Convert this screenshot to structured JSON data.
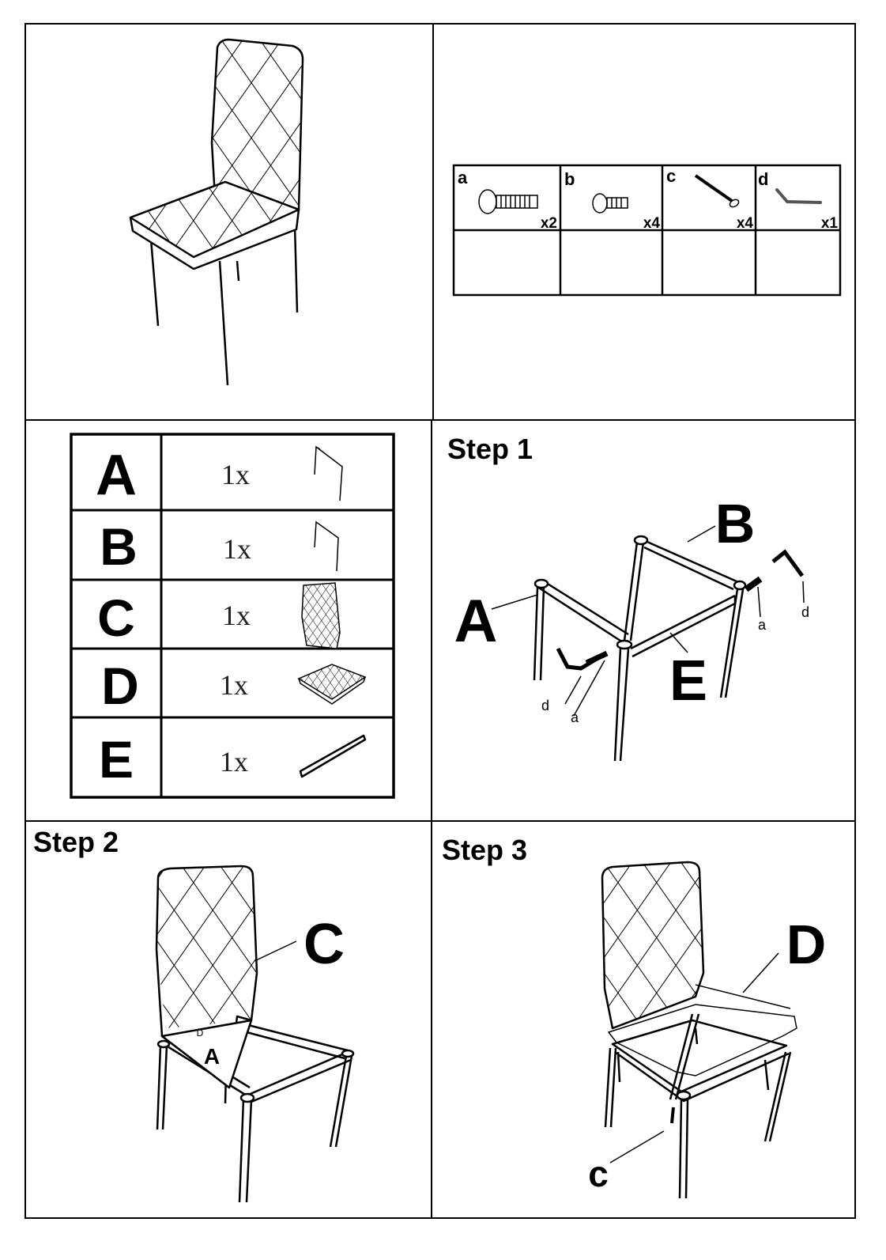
{
  "hardware": [
    {
      "letter": "a",
      "qty": "x2",
      "icon": "long-bolt-icon"
    },
    {
      "letter": "b",
      "qty": "x4",
      "icon": "short-bolt-icon"
    },
    {
      "letter": "c",
      "qty": "x4",
      "icon": "wood-screw-icon"
    },
    {
      "letter": "d",
      "qty": "x1",
      "icon": "allen-key-icon"
    }
  ],
  "parts": [
    {
      "letter": "A",
      "qty": "1x",
      "icon": "front-leg-frame-icon"
    },
    {
      "letter": "B",
      "qty": "1x",
      "icon": "back-leg-frame-icon"
    },
    {
      "letter": "C",
      "qty": "1x",
      "icon": "backrest-icon"
    },
    {
      "letter": "D",
      "qty": "1x",
      "icon": "seat-cushion-icon"
    },
    {
      "letter": "E",
      "qty": "1x",
      "icon": "side-rail-icon"
    }
  ],
  "step1": {
    "title": "Step 1",
    "labels": {
      "A": "A",
      "B": "B",
      "E": "E",
      "a1": "a",
      "a2": "a",
      "d1": "d",
      "d2": "d"
    }
  },
  "step2": {
    "title": "Step 2",
    "labels": {
      "C": "C",
      "A": "A",
      "D": "D"
    }
  },
  "step3": {
    "title": "Step 3",
    "labels": {
      "D": "D",
      "c": "c"
    }
  }
}
